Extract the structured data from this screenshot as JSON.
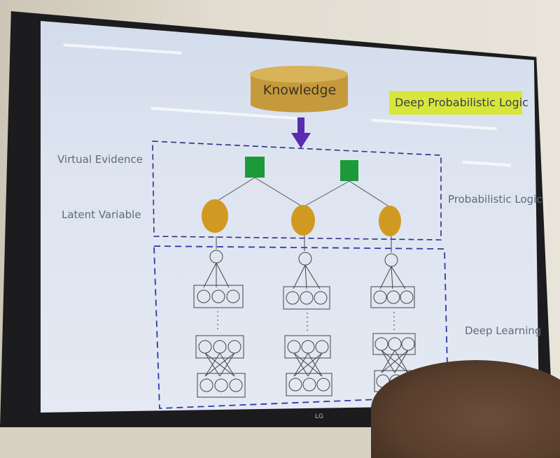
{
  "slide": {
    "knowledge_label": "Knowledge",
    "title_highlight": "Deep Probabilistic Logic",
    "virtual_evidence_label": "Virtual Evidence",
    "latent_variable_label": "Latent Variable",
    "probabilistic_logic_label": "Probabilistic Logic",
    "deep_learning_label": "Deep Learning"
  },
  "monitor": {
    "logo_text": "LG"
  },
  "colors": {
    "knowledge_cylinder": "#c59a3c",
    "evidence_node": "#1c9a3a",
    "latent_node": "#d09a22",
    "arrow": "#5a2bb0",
    "dashed_border": "#2c2f8a",
    "highlight": "#d8e63a"
  }
}
